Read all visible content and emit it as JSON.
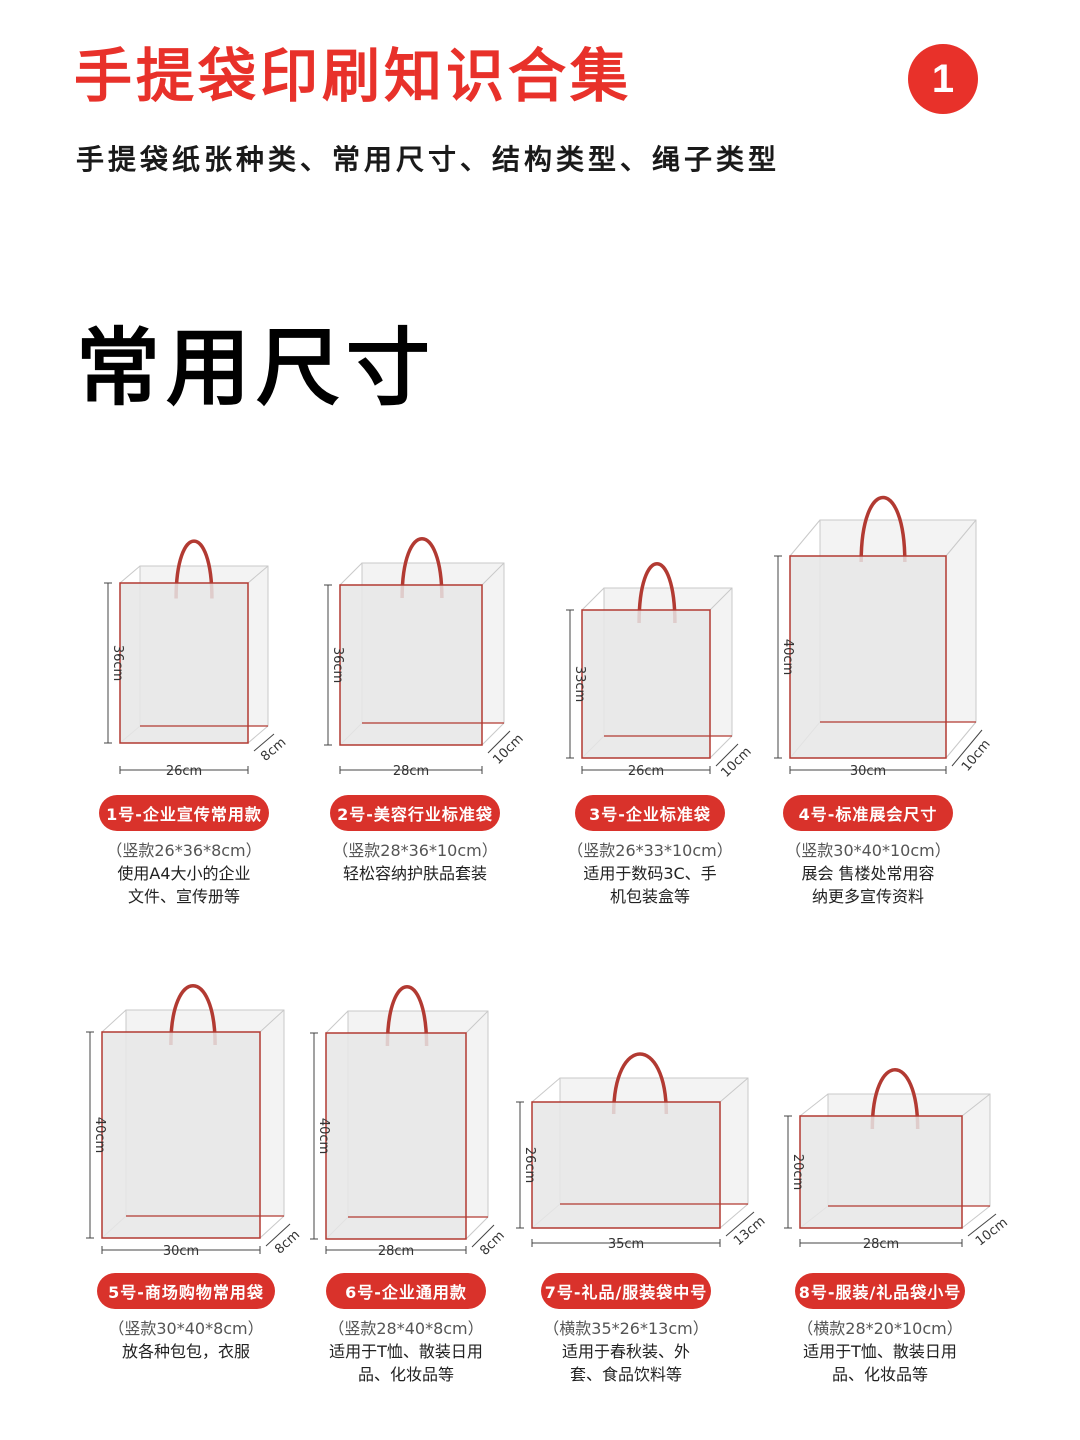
{
  "header": {
    "title": "手提袋印刷知识合集",
    "badge": "1",
    "subtitle": "手提袋纸张种类、常用尺寸、结构类型、绳子类型"
  },
  "section": {
    "title": "常用尺寸"
  },
  "colors": {
    "accent": "#e8312a",
    "pill": "#d9322b",
    "bag_outline": "#b23a32",
    "bag_fill": "#e6e6e6"
  },
  "bags": [
    {
      "name": "1号-企业宣传常用款",
      "spec": "（竖款26*36*8cm）",
      "desc": [
        "使用A4大小的企业",
        "文件、宣传册等"
      ],
      "width": "26cm",
      "height": "36cm",
      "depth": "8cm"
    },
    {
      "name": "2号-美容行业标准袋",
      "spec": "（竖款28*36*10cm）",
      "desc": [
        "轻松容纳护肤品套装"
      ],
      "width": "28cm",
      "height": "36cm",
      "depth": "10cm"
    },
    {
      "name": "3号-企业标准袋",
      "spec": "（竖款26*33*10cm）",
      "desc": [
        "适用于数码3C、手",
        "机包装盒等"
      ],
      "width": "26cm",
      "height": "33cm",
      "depth": "10cm"
    },
    {
      "name": "4号-标准展会尺寸",
      "spec": "（竖款30*40*10cm）",
      "desc": [
        "展会 售楼处常用容",
        "纳更多宣传资料"
      ],
      "width": "30cm",
      "height": "40cm",
      "depth": "10cm"
    },
    {
      "name": "5号-商场购物常用袋",
      "spec": "（竖款30*40*8cm）",
      "desc": [
        "放各种包包，衣服"
      ],
      "width": "30cm",
      "height": "40cm",
      "depth": "8cm"
    },
    {
      "name": "6号-企业通用款",
      "spec": "（竖款28*40*8cm）",
      "desc": [
        "适用于T恤、散装日用",
        "品、化妆品等"
      ],
      "width": "28cm",
      "height": "40cm",
      "depth": "8cm"
    },
    {
      "name": "7号-礼品/服装袋中号",
      "spec": "（横款35*26*13cm）",
      "desc": [
        "适用于春秋装、外",
        "套、食品饮料等"
      ],
      "width": "35cm",
      "height": "26cm",
      "depth": "13cm"
    },
    {
      "name": "8号-服装/礼品袋小号",
      "spec": "（横款28*20*10cm）",
      "desc": [
        "适用于T恤、散装日用",
        "品、化妆品等"
      ],
      "width": "28cm",
      "height": "20cm",
      "depth": "10cm"
    }
  ]
}
